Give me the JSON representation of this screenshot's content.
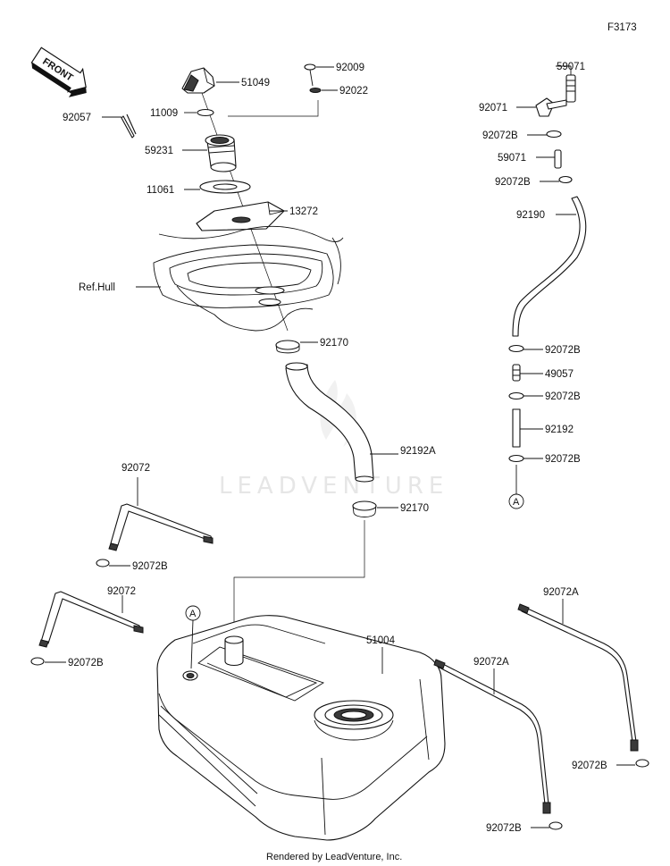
{
  "figure_code": "F3173",
  "front_label": "FRONT",
  "reference_label": "Ref.Hull",
  "watermark": "LEADVENTURE",
  "footer": "Rendered by LeadVenture, Inc.",
  "marker_letter": "A",
  "parts": {
    "p51049": "51049",
    "p92009": "92009",
    "p92022": "92022",
    "p92057": "92057",
    "p11009": "11009",
    "p59231": "59231",
    "p11061": "11061",
    "p13272": "13272",
    "p92170_top": "92170",
    "p92192A": "92192A",
    "p92170_bottom": "92170",
    "p51004": "51004",
    "p59071_top": "59071",
    "p92071": "92071",
    "p92072B_r1": "92072B",
    "p59071_mid": "59071",
    "p92072B_r2": "92072B",
    "p92190": "92190",
    "p92072B_r3": "92072B",
    "p49057": "49057",
    "p92072B_r4": "92072B",
    "p92192": "92192",
    "p92072B_r5": "92072B",
    "p92072_upper": "92072",
    "p92072B_upper": "92072B",
    "p92072_lower": "92072",
    "p92072B_lower": "92072B",
    "p92072A_mid": "92072A",
    "p92072B_mid": "92072B",
    "p92072A_right": "92072A",
    "p92072B_right": "92072B"
  }
}
